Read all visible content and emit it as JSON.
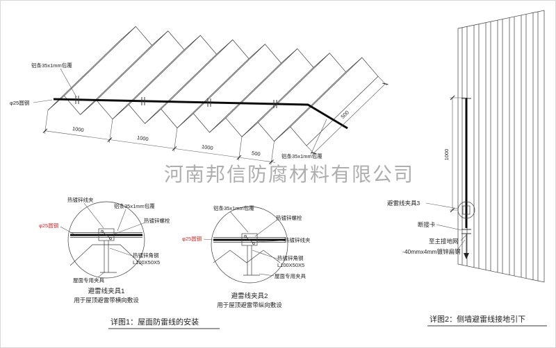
{
  "company_watermark": "河南邦信防腐材料有限公司",
  "roof_drawing": {
    "label_alu_strip_top": "铝条35x1mm包覆",
    "label_round_steel": "φ25圆钢",
    "label_alu_strip_right": "铝条35x1mm包覆",
    "dim_1000_a": "1000",
    "dim_1000_b": "1000",
    "dim_1000_c": "1000",
    "dim_500_bottom": "500",
    "dim_500_side": "500"
  },
  "detail1": {
    "label_wire_clamp": "热镀锌线夹",
    "label_alu_strip": "铝条35x1mm包覆",
    "label_bolt": "热镀锌螺栓",
    "label_round_steel": "φ25圆钢",
    "label_angle_steel_line1": "热镀锌角钢",
    "label_angle_steel_line2": "L100X50X5",
    "label_roof_clamp": "屋面专用夹具",
    "title": "避雷线夹具1",
    "subtitle": "用于屋顶避雷带横向敷设"
  },
  "detail2": {
    "label_alu_strip": "铝条35x1mm包覆",
    "label_bolt": "热镀锌螺栓",
    "label_round_steel": "φ25圆钢",
    "label_wire_clamp": "热镀锌线夹",
    "label_angle_steel_line1": "热镀锌角钢",
    "label_angle_steel_line2": "L100X50X5",
    "label_roof_clamp": "屋面专用夹具",
    "title": "避雷线夹具2",
    "subtitle": "用于屋顶避雷带纵向敷设"
  },
  "wall_drawing": {
    "dim_1000": "1000",
    "label_clamp3": "避雷线夹具3",
    "label_disconnect": "断接卡",
    "label_to_ground": "至主接地网",
    "label_flat_steel": "-40mmx4mm镀锌扁钢"
  },
  "captions": {
    "detail1": "详图1：屋面防雷线的安装",
    "detail2": "详图2：侧墙避雷线接地引下"
  }
}
